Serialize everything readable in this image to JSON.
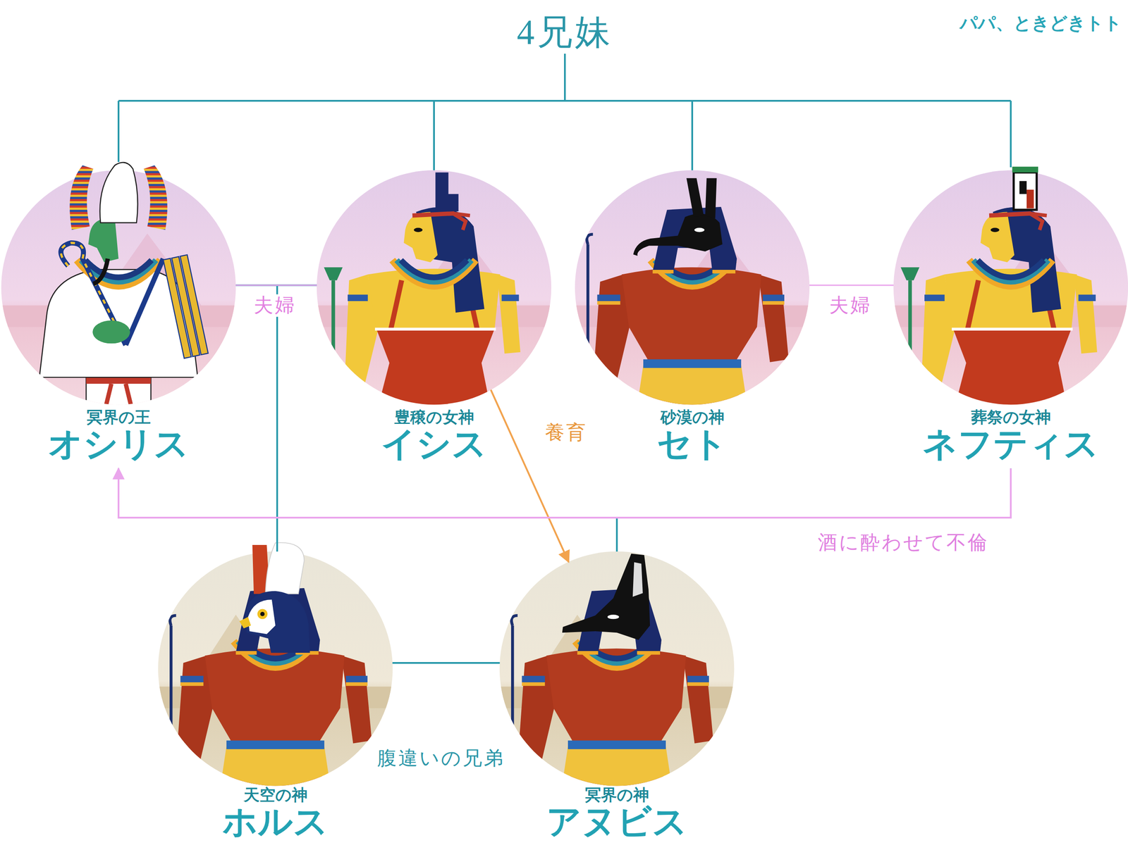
{
  "diagram": {
    "title": "4兄妹",
    "nodes": [
      {
        "text": [
          "冥界の王",
          "オシリス"
        ]
      },
      {
        "text": [
          "豊穣の女神",
          "イシス"
        ]
      },
      {
        "text": [
          "砂漠の神",
          "セト"
        ]
      },
      {
        "text": [
          "葬祭の女神",
          "ネフティス"
        ]
      },
      {
        "text": [
          "天空の神",
          "ホルス"
        ]
      },
      {
        "text": [
          "冥界の神",
          "アヌビス"
        ]
      }
    ],
    "edges": [
      {
        "from": 0,
        "to": 1,
        "arrow": "none",
        "label": "夫婦"
      },
      {
        "from": 2,
        "to": 3,
        "arrow": "none",
        "label": "夫婦"
      },
      {
        "from": 0,
        "to": 4,
        "arrow": "none"
      },
      {
        "from": 1,
        "to": 4,
        "arrow": "none"
      },
      {
        "from": 0,
        "to": 5,
        "arrow": "none"
      },
      {
        "from": 3,
        "to": 5,
        "arrow": "none"
      },
      {
        "from": 3,
        "to": 0,
        "arrow": "to",
        "label": "酒に酔わせて不倫"
      },
      {
        "from": 1,
        "to": 5,
        "arrow": "to",
        "label": "養育"
      },
      {
        "from": 4,
        "to": 5,
        "arrow": "none",
        "label": "腹違いの兄弟"
      }
    ],
    "labels": [
      "パパ、ときどきトト"
    ]
  }
}
